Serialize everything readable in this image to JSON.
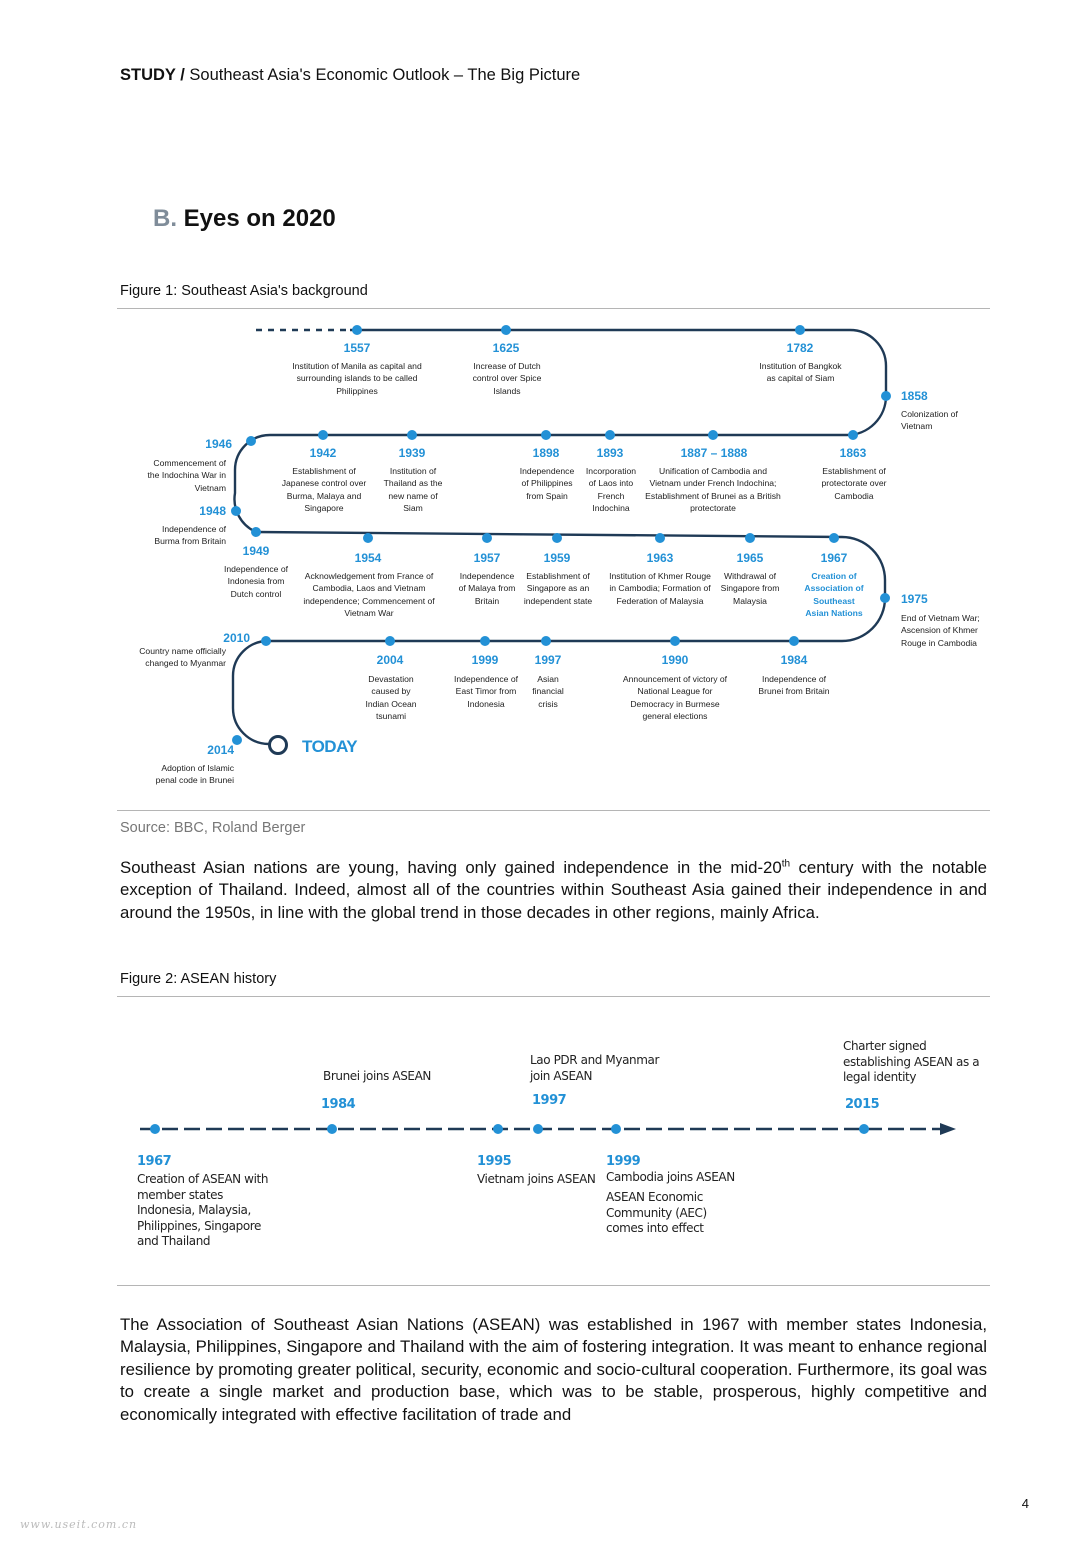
{
  "header": {
    "study": "STUDY /",
    "title": "Southeast Asia's Economic Outlook – The Big Picture"
  },
  "section": {
    "letter": "B.",
    "title": "Eyes on 2020"
  },
  "figure1": {
    "caption": "Figure 1: Southeast Asia's background",
    "today_label": "TODAY",
    "events": [
      {
        "year": "1557",
        "desc": "Institution of Manila as capital and surrounding islands to be called Philippines"
      },
      {
        "year": "1625",
        "desc": "Increase of Dutch control over Spice Islands"
      },
      {
        "year": "1782",
        "desc": "Institution of Bangkok as capital of Siam"
      },
      {
        "year": "1858",
        "desc": "Colonization of Vietnam"
      },
      {
        "year": "1863",
        "desc": "Establishment of protectorate over Cambodia"
      },
      {
        "year": "1887 – 1888",
        "desc": "Unification of Cambodia and Vietnam under French Indochina; Establishment of Brunei as a British protectorate"
      },
      {
        "year": "1893",
        "desc": "Incorporation of Laos into French Indochina"
      },
      {
        "year": "1898",
        "desc": "Independence of Philippines from Spain"
      },
      {
        "year": "1939",
        "desc": "Institution of Thailand as the new name of Siam"
      },
      {
        "year": "1942",
        "desc": "Establishment of Japanese control over Burma, Malaya and Singapore"
      },
      {
        "year": "1946",
        "desc": "Commencement of the Indochina War in Vietnam"
      },
      {
        "year": "1948",
        "desc": "Independence of Burma from Britain"
      },
      {
        "year": "1949",
        "desc": "Independence of Indonesia from Dutch control"
      },
      {
        "year": "1954",
        "desc": "Acknowledgement from France of Cambodia, Laos and Vietnam independence; Commencement of Vietnam War"
      },
      {
        "year": "1957",
        "desc": "Independence of Malaya from Britain"
      },
      {
        "year": "1959",
        "desc": "Establishment of Singapore as an independent state"
      },
      {
        "year": "1963",
        "desc": "Institution of Khmer Rouge in Cambodia; Formation of Federation of Malaysia"
      },
      {
        "year": "1965",
        "desc": "Withdrawal of Singapore from Malaysia"
      },
      {
        "year": "1967",
        "desc": "Creation of Association of Southeast Asian Nations"
      },
      {
        "year": "1975",
        "desc": "End of Vietnam War; Ascension of Khmer Rouge in Cambodia"
      },
      {
        "year": "1984",
        "desc": "Independence of Brunei from Britain"
      },
      {
        "year": "1990",
        "desc": "Announcement of victory of National League for Democracy in Burmese general elections"
      },
      {
        "year": "1997",
        "desc": "Asian financial crisis"
      },
      {
        "year": "1999",
        "desc": "Independence of East Timor from Indonesia"
      },
      {
        "year": "2004",
        "desc": "Devastation caused by Indian Ocean tsunami"
      },
      {
        "year": "2010",
        "desc": "Country name officially changed to Myanmar"
      },
      {
        "year": "2014",
        "desc": "Adoption of Islamic penal code in Brunei"
      }
    ],
    "source": "Source: BBC, Roland Berger"
  },
  "paragraph1": {
    "before_sup": "Southeast Asian nations are young, having only gained independence in the mid-20",
    "sup": "th",
    "after_sup": " century with the notable exception of Thailand. Indeed, almost all of the countries within Southeast Asia gained their independence in and around the 1950s, in line with the global trend in those decades in other regions, mainly Africa."
  },
  "figure2": {
    "caption": "Figure 2: ASEAN history",
    "events": [
      {
        "year": "1967",
        "desc": "Creation of ASEAN with member states Indonesia, Malaysia, Philippines, Singapore and Thailand"
      },
      {
        "year": "1984",
        "desc": "Brunei joins ASEAN"
      },
      {
        "year": "1995",
        "desc": "Vietnam joins ASEAN"
      },
      {
        "year": "1997",
        "desc": "Lao PDR and Myanmar join ASEAN"
      },
      {
        "year": "1999",
        "desc": "Cambodia joins ASEAN",
        "desc2": "ASEAN Economic Community (AEC) comes into effect"
      },
      {
        "year": "2015",
        "desc": "Charter signed establishing ASEAN as a legal identity"
      }
    ]
  },
  "paragraph2": {
    "text": "The Association of Southeast Asian Nations (ASEAN) was established in 1967 with member states Indonesia, Malaysia, Philippines, Singapore and Thailand with the aim of fostering integration. It was meant to enhance regional resilience by promoting greater political, security, economic and socio-cultural cooperation. Furthermore, its goal was to create a single market and production base, which was to be stable, prosperous, highly competitive and economically integrated with effective facilitation of trade and"
  },
  "footer": {
    "page_number": "4",
    "watermark": "www.useit.com.cn"
  },
  "colors": {
    "accent": "#2391d6",
    "line": "#1f3a56",
    "rule": "#b5b5b5"
  }
}
